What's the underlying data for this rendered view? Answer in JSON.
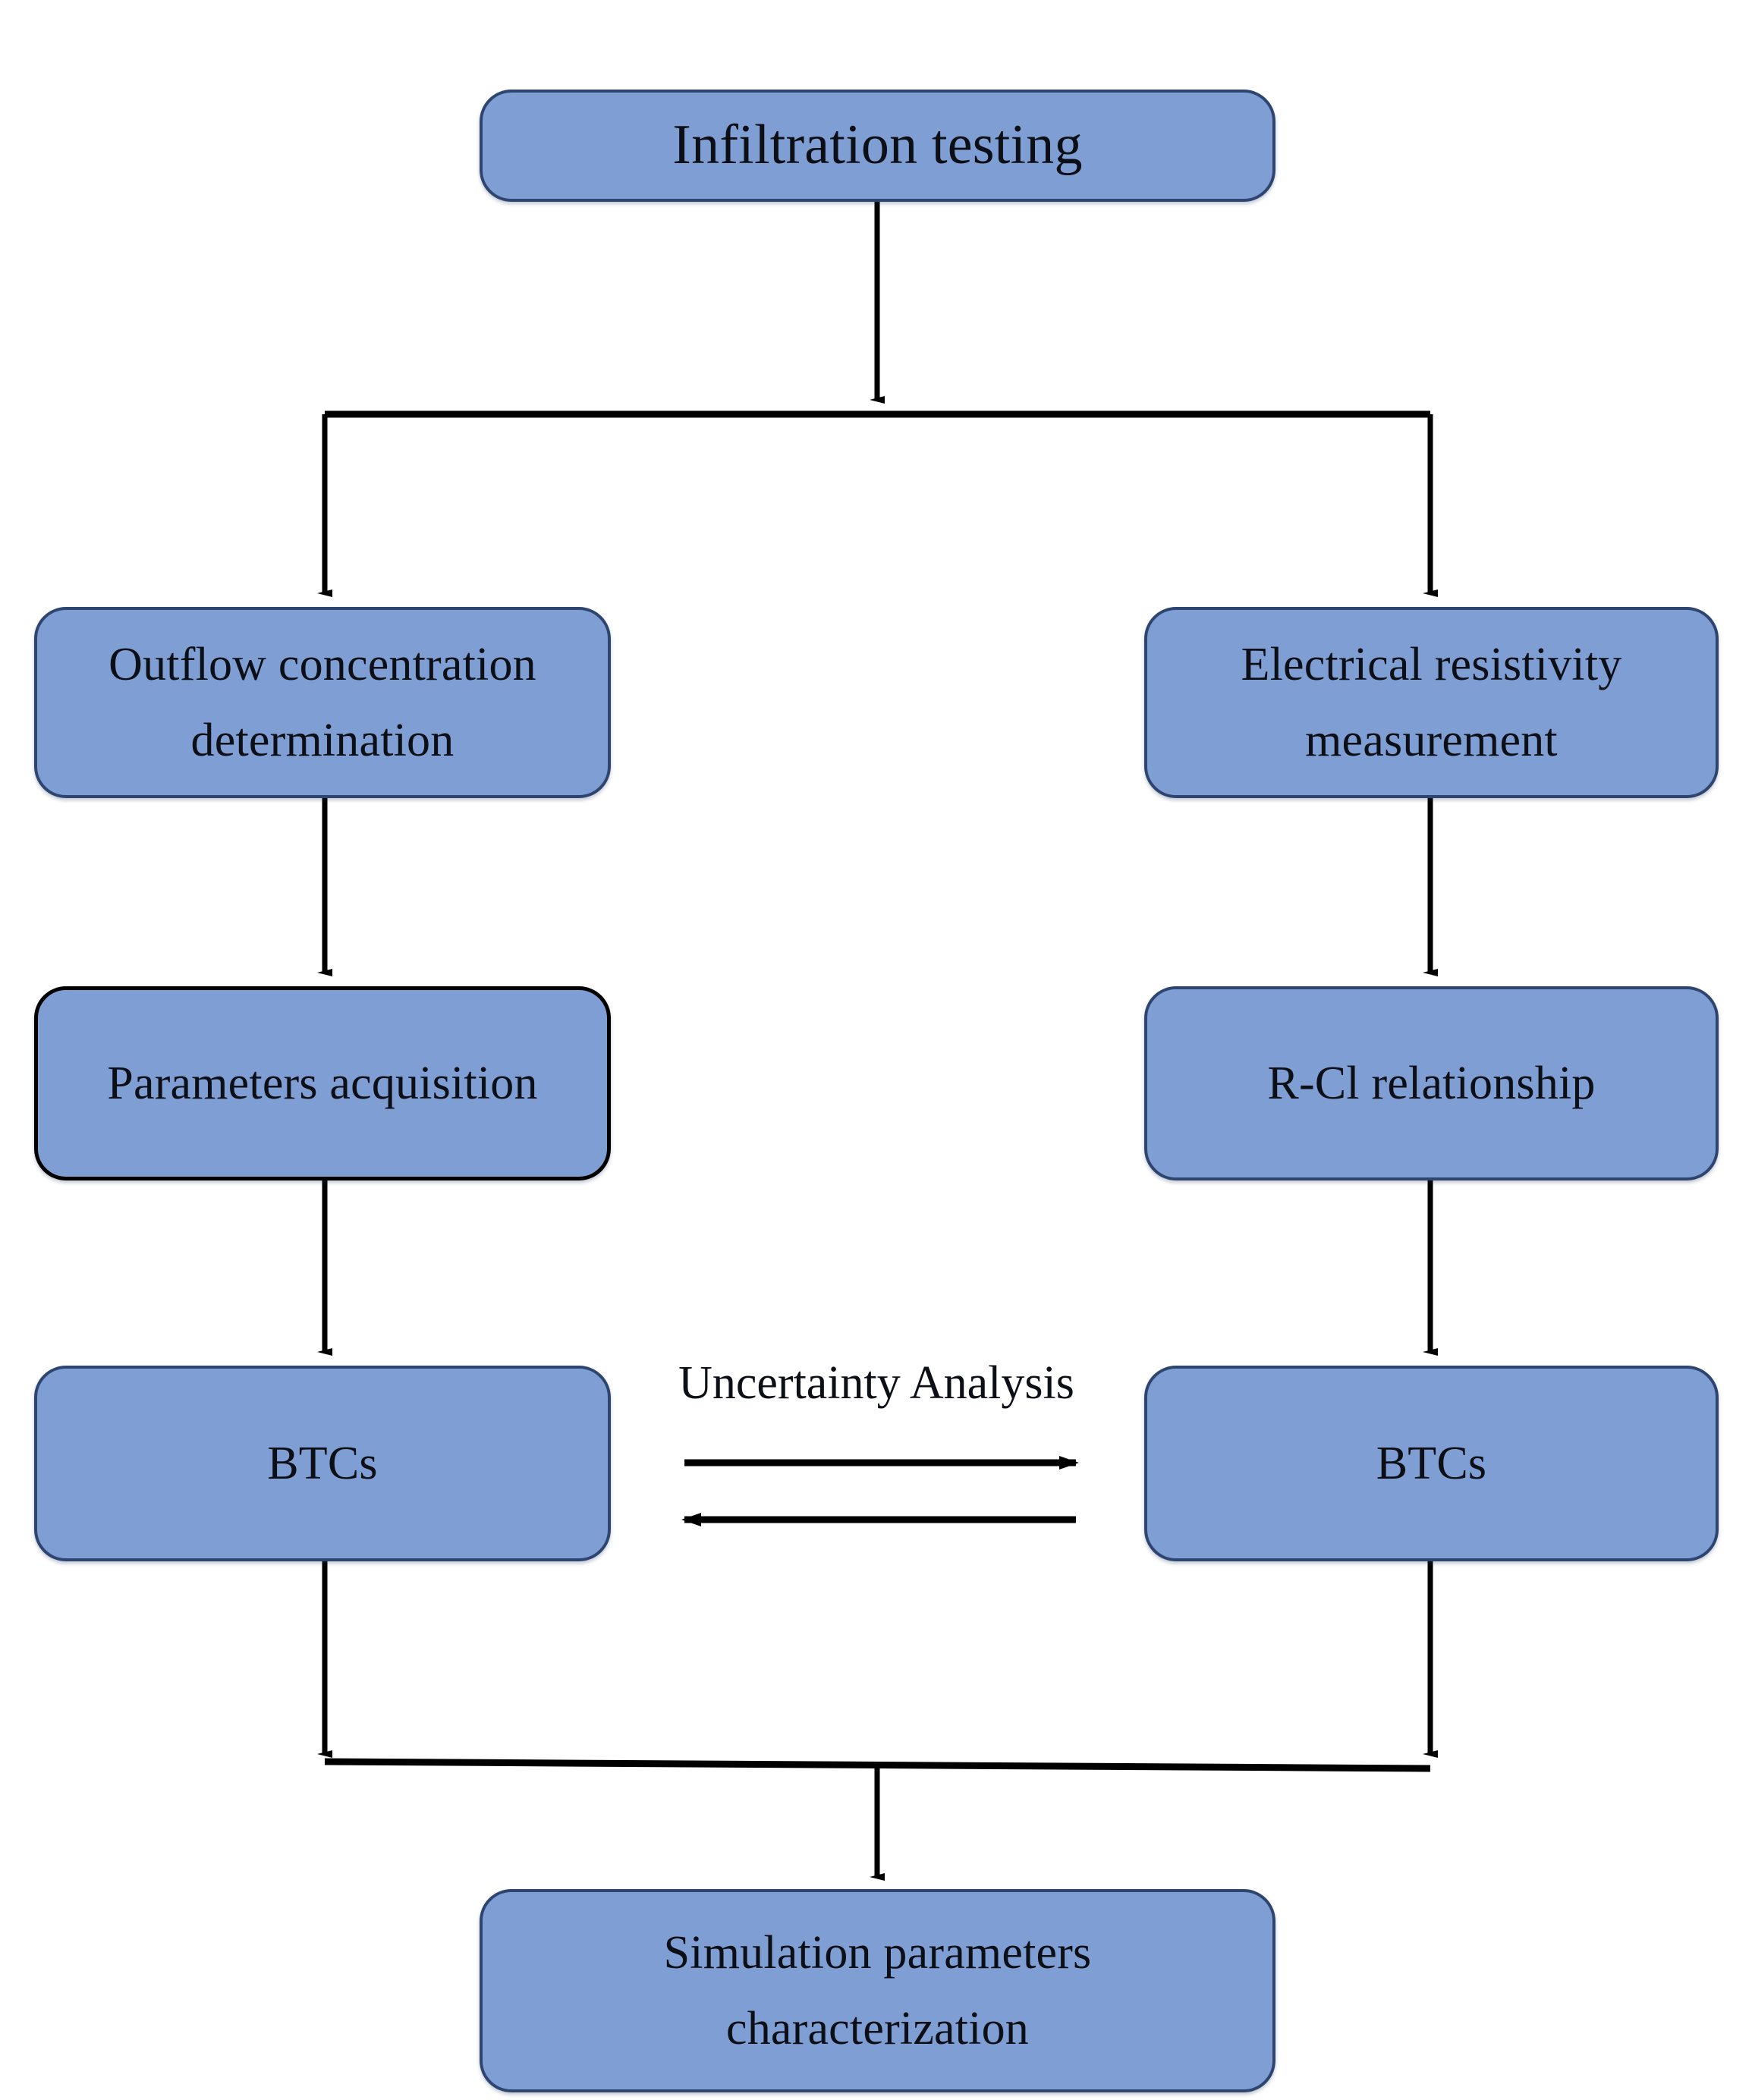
{
  "diagram": {
    "title_implicit": "Infiltration testing workflow flowchart",
    "background_color": "#ffffff",
    "node_fill_color": "#7f9fd4",
    "node_border_color": "#2e4570",
    "selected_node_border_color": "#000000",
    "connector_color": "#000000",
    "text_color": "#0d0f16"
  },
  "nodes": {
    "top": {
      "label": "Infiltration testing",
      "lines": [
        "Infiltration testing"
      ]
    },
    "left_1": {
      "label": "Outflow concentration determination",
      "lines": [
        "Outflow concentration",
        "determination"
      ]
    },
    "right_1": {
      "label": "Electrical resistivity measurement",
      "lines": [
        "Electrical resistivity",
        "measurement"
      ]
    },
    "left_2": {
      "label": "Parameters acquisition",
      "lines": [
        "Parameters acquisition"
      ],
      "selected": true
    },
    "right_2": {
      "label": "R-Cl relationship",
      "lines": [
        "R-Cl relationship"
      ]
    },
    "left_3": {
      "label": "BTCs",
      "lines": [
        "BTCs"
      ]
    },
    "right_3": {
      "label": "BTCs",
      "lines": [
        "BTCs"
      ]
    },
    "bottom": {
      "label": "Simulation parameters characterization",
      "lines": [
        "Simulation parameters",
        "characterization"
      ]
    }
  },
  "annotations": {
    "uncertainty": "Uncertainty Analysis"
  },
  "edges": [
    {
      "name": "top-to-split",
      "from": "top",
      "to": "split-bar",
      "direction": "down",
      "arrow": true
    },
    {
      "name": "split-to-left-1",
      "from": "split-bar",
      "to": "left_1",
      "direction": "down",
      "arrow": true
    },
    {
      "name": "split-to-right-1",
      "from": "split-bar",
      "to": "right_1",
      "direction": "down",
      "arrow": true
    },
    {
      "name": "left-1-to-left-2",
      "from": "left_1",
      "to": "left_2",
      "direction": "down",
      "arrow": true
    },
    {
      "name": "right-1-to-right-2",
      "from": "right_1",
      "to": "right_2",
      "direction": "down",
      "arrow": true
    },
    {
      "name": "left-2-to-left-3",
      "from": "left_2",
      "to": "left_3",
      "direction": "down",
      "arrow": true
    },
    {
      "name": "right-2-to-right-3",
      "from": "right_2",
      "to": "right_3",
      "direction": "down",
      "arrow": true
    },
    {
      "name": "left-3-to-right-3",
      "from": "left_3",
      "to": "right_3",
      "direction": "right",
      "arrow": true,
      "label": "Uncertainty Analysis"
    },
    {
      "name": "right-3-to-left-3",
      "from": "right_3",
      "to": "left_3",
      "direction": "left",
      "arrow": true
    },
    {
      "name": "left-3-to-merge",
      "from": "left_3",
      "to": "merge-bar",
      "direction": "down",
      "arrow": true
    },
    {
      "name": "right-3-to-merge",
      "from": "right_3",
      "to": "merge-bar",
      "direction": "down",
      "arrow": true
    },
    {
      "name": "merge-to-bottom",
      "from": "merge-bar",
      "to": "bottom",
      "direction": "down",
      "arrow": true
    }
  ]
}
